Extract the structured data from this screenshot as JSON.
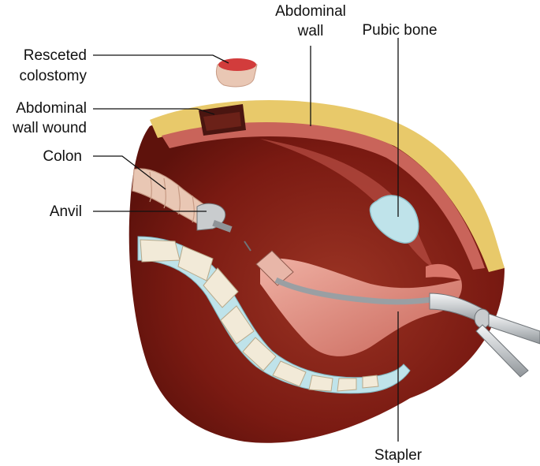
{
  "labels": {
    "resected_colostomy": [
      "Resceted",
      "colostomy"
    ],
    "abdominal_wall_wound": [
      "Abdominal",
      "wall wound"
    ],
    "colon": "Colon",
    "anvil": "Anvil",
    "abdominal_wall": [
      "Abdominal",
      "wall"
    ],
    "pubic_bone": "Pubic bone",
    "stapler": "Stapler"
  },
  "colors": {
    "cavity": "#7a1a12",
    "cavity_light": "#a8432f",
    "abdominal_wall_fat": "#e8c96a",
    "muscle": "#c9645a",
    "bone": "#f2ead8",
    "disc": "#bfe3ea",
    "colon": "#e9c7b4",
    "rectum": "#e3958a",
    "stapler_metal": "#c9ccce",
    "wound": "#4a1510"
  }
}
